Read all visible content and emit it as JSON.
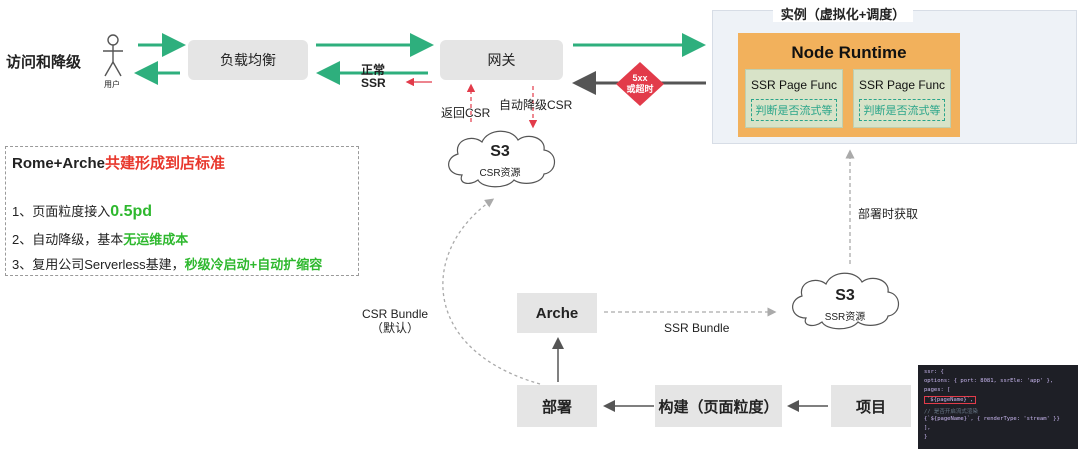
{
  "left_title": "访问和降级",
  "user_label": "用户",
  "nodes": {
    "load_balancer": "负载均衡",
    "gateway": "网关",
    "arche": "Arche",
    "deploy": "部署",
    "build": "构建（页面粒度）",
    "project": "项目"
  },
  "instance": {
    "title": "实例（虚拟化+调度）",
    "runtime_title": "Node Runtime",
    "funcs": [
      {
        "title": "SSR Page Func",
        "note": "判断是否流式等"
      },
      {
        "title": "SSR Page Func",
        "note": "判断是否流式等"
      }
    ]
  },
  "clouds": {
    "csr": {
      "title": "S3",
      "subtitle": "CSR资源"
    },
    "ssr": {
      "title": "S3",
      "subtitle": "SSR资源"
    }
  },
  "edge_labels": {
    "normal_ssr": [
      "正常",
      "SSR"
    ],
    "return_csr": "返回CSR",
    "auto_degrade_csr": "自动降级CSR",
    "error": [
      "5xx",
      "或超时"
    ],
    "deploy_fetch": "部署时获取",
    "ssr_bundle": "SSR Bundle",
    "csr_bundle": [
      "CSR Bundle",
      "（默认）"
    ]
  },
  "card": {
    "title_black": "Rome+Arche",
    "title_red": "共建形成到店标准",
    "lines": [
      {
        "prefix": "1、页面粒度接入",
        "highlight": "0.5pd"
      },
      {
        "prefix": "2、自动降级，基本",
        "highlight": "无运维成本"
      },
      {
        "prefix": "3、复用公司Serverless基建，",
        "highlight": "秒级冷启动+自动扩缩容"
      }
    ]
  },
  "code": [
    "ssr: {",
    "  options: { port: 8081, ssrEle: 'app' },",
    "  pages: [",
    "    `${pageName}`,",
    "    // 是否开启流式渲染",
    "    {`${pageName}`, { renderType: 'stream' }}",
    "  ],",
    "}"
  ],
  "colors": {
    "green_arrow": "#2eaf7d",
    "gray_box": "#e5e5e5",
    "runtime": "#f2b15c",
    "func": "#d8e3c8",
    "teal": "#2aa58a",
    "red": "#e23b4a",
    "highlight_green": "#2eb82e"
  }
}
